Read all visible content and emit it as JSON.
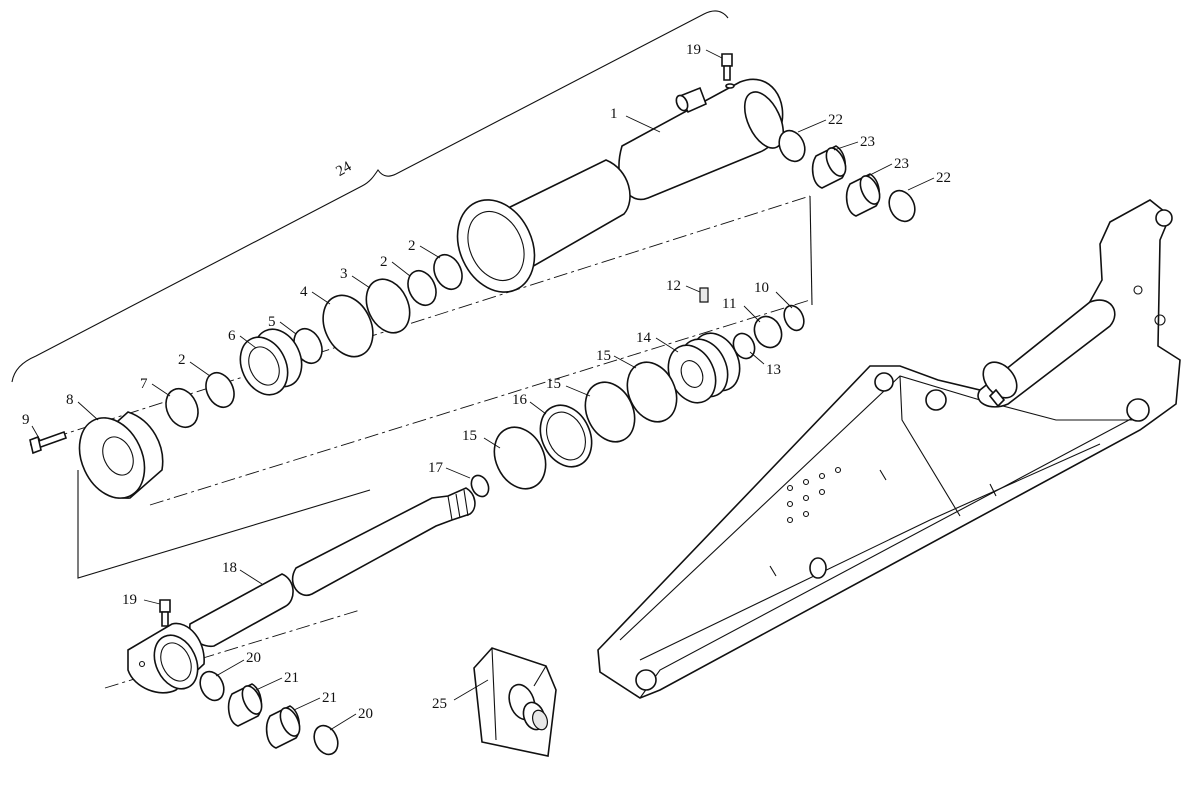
{
  "callouts": {
    "p1": "1",
    "p2a": "2",
    "p2b": "2",
    "p2c": "2",
    "p3": "3",
    "p4": "4",
    "p5": "5",
    "p6": "6",
    "p7": "7",
    "p8": "8",
    "p9": "9",
    "p10": "10",
    "p11": "11",
    "p12": "12",
    "p13": "13",
    "p14": "14",
    "p15a": "15",
    "p15b": "15",
    "p15c": "15",
    "p16": "16",
    "p17": "17",
    "p18": "18",
    "p19a": "19",
    "p19b": "19",
    "p20a": "20",
    "p20b": "20",
    "p21a": "21",
    "p21b": "21",
    "p22a": "22",
    "p22b": "22",
    "p23a": "23",
    "p23b": "23",
    "p24": "24",
    "p25": "25"
  },
  "colors": {
    "line": "#111111",
    "background": "#ffffff"
  }
}
